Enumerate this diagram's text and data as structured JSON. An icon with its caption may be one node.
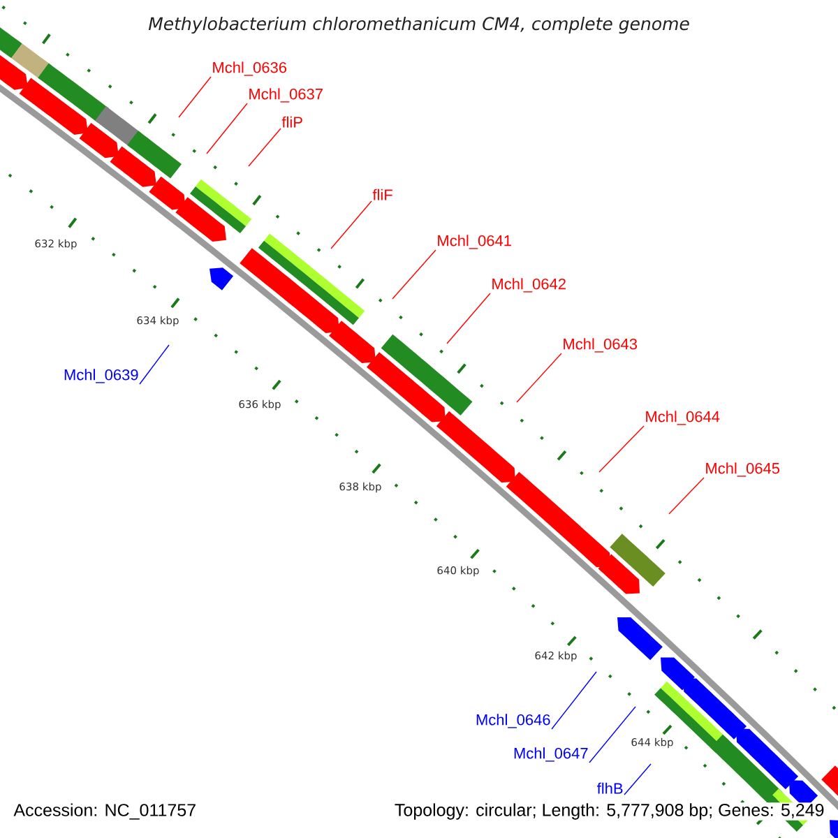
{
  "diagram": {
    "title": "Methylobacterium chloromethanicum CM4, complete genome",
    "nodes": [
      {
        "text": [
          "Mchl_0636"
        ]
      },
      {
        "text": [
          "Mchl_0637"
        ]
      },
      {
        "text": [
          "fliP"
        ]
      },
      {
        "text": [
          "fliF"
        ]
      },
      {
        "text": [
          "Mchl_0641"
        ]
      },
      {
        "text": [
          "Mchl_0642"
        ]
      },
      {
        "text": [
          "Mchl_0643"
        ]
      },
      {
        "text": [
          "Mchl_0639"
        ]
      },
      {
        "text": [
          "Mchl_0644"
        ]
      },
      {
        "text": [
          "Mchl_0645"
        ]
      },
      {
        "text": [
          "Mchl_0646"
        ]
      },
      {
        "text": [
          "Mchl_0647"
        ]
      },
      {
        "text": [
          "flhB"
        ]
      }
    ],
    "edges": [
      {
        "from": 0,
        "to": null,
        "arrow": "none"
      },
      {
        "from": 1,
        "to": null,
        "arrow": "none"
      },
      {
        "from": 2,
        "to": null,
        "arrow": "none"
      },
      {
        "from": 3,
        "to": null,
        "arrow": "none"
      },
      {
        "from": 4,
        "to": null,
        "arrow": "none"
      },
      {
        "from": 5,
        "to": null,
        "arrow": "none"
      },
      {
        "from": 6,
        "to": null,
        "arrow": "none"
      },
      {
        "from": 7,
        "to": null,
        "arrow": "none",
        "color": "#0000ff"
      },
      {
        "from": 8,
        "to": null,
        "arrow": "none"
      },
      {
        "from": 9,
        "to": null,
        "arrow": "none"
      },
      {
        "from": 10,
        "to": null,
        "arrow": "none",
        "color": "#0000ff"
      },
      {
        "from": 11,
        "to": null,
        "arrow": "none",
        "color": "#0000ff"
      },
      {
        "from": 12,
        "to": null,
        "arrow": "none",
        "color": "#0000ff"
      }
    ],
    "labels": [
      "632 kbp",
      "634 kbp",
      "636 kbp",
      "638 kbp",
      "640 kbp",
      "642 kbp",
      "644 kbp",
      "Accession: NC_011757",
      "Topology: circular; Length: 5,777,908 bp; Genes: 5,249"
    ]
  }
}
